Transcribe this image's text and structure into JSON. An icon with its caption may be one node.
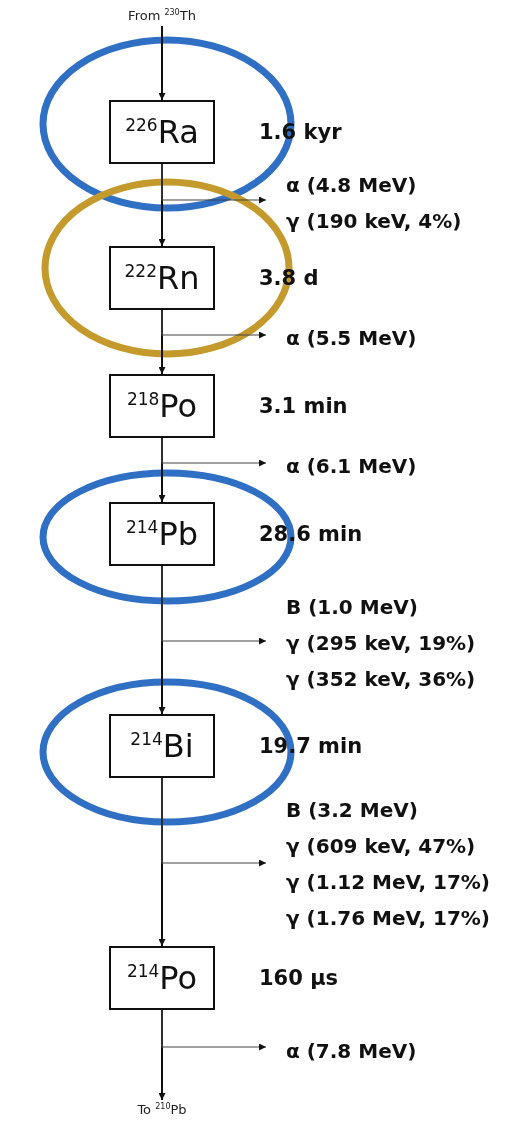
{
  "diagram": {
    "nodes": [
      {
        "text": [
          "From $^{230}$Th"
        ]
      },
      {
        "text": [
          "$^{226}$Ra"
        ],
        "beside": [
          "1.6 kyr"
        ]
      },
      {
        "text": [
          "$^{222}$Rn"
        ],
        "beside": [
          "3.8 d"
        ]
      },
      {
        "text": [
          "$^{218}$Po"
        ],
        "beside": [
          "3.1 min"
        ]
      },
      {
        "text": [
          "$^{214}$Pb"
        ],
        "beside": [
          "28.6 min"
        ]
      },
      {
        "text": [
          "$^{214}$Bi"
        ],
        "beside": [
          "19.7 min"
        ]
      },
      {
        "text": [
          "$^{214}$Po"
        ],
        "beside": [
          "160 μs"
        ]
      },
      {
        "text": [
          "To $^{210}$Pb"
        ]
      },
      {
        "text": [
          "α (4.8 MeV)",
          "γ (190 keV, 4%)"
        ]
      },
      {
        "text": [
          "α (5.5 MeV)"
        ]
      },
      {
        "text": [
          "α (6.1 MeV)"
        ]
      },
      {
        "text": [
          "Β (1.0 MeV)",
          "γ (295 keV, 19%)",
          "γ (352 keV, 36%)"
        ]
      },
      {
        "text": [
          "Β (3.2 MeV)",
          "γ (609 keV, 47%)",
          "γ (1.12 MeV, 17%)",
          "γ (1.76 MeV, 17%)"
        ]
      },
      {
        "text": [
          "α (7.8 MeV)"
        ]
      }
    ],
    "edges": [
      {
        "from": 0,
        "to": 1,
        "arrow": "to"
      },
      {
        "from": 1,
        "to": 2,
        "arrow": "to"
      },
      {
        "from": 2,
        "to": 3,
        "arrow": "to"
      },
      {
        "from": 3,
        "to": 4,
        "arrow": "to"
      },
      {
        "from": 4,
        "to": 5,
        "arrow": "to"
      },
      {
        "from": 5,
        "to": 6,
        "arrow": "to"
      },
      {
        "from": 6,
        "to": 7,
        "arrow": "to"
      },
      {
        "from": 1,
        "to": 8,
        "arrow": "to"
      },
      {
        "from": 2,
        "to": 9,
        "arrow": "to"
      },
      {
        "from": 3,
        "to": 10,
        "arrow": "to"
      },
      {
        "from": 4,
        "to": 11,
        "arrow": "to"
      },
      {
        "from": 5,
        "to": 12,
        "arrow": "to"
      },
      {
        "from": 6,
        "to": 13,
        "arrow": "to"
      }
    ]
  }
}
